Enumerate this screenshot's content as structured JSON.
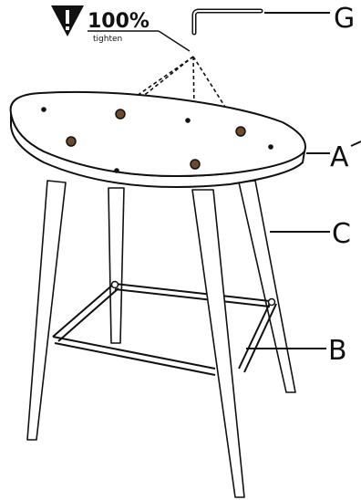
{
  "torque_notice": {
    "percent_label": "100%",
    "sub_label": "tighten",
    "icon": "warning-triangle-icon"
  },
  "parts": {
    "seat_label": "A",
    "stretcher_label": "B",
    "leg_label": "C",
    "tool_label": "G"
  },
  "tool": {
    "icon": "allen-key-icon"
  },
  "colors": {
    "line": "#111111",
    "nut": "#6b4a2e"
  }
}
